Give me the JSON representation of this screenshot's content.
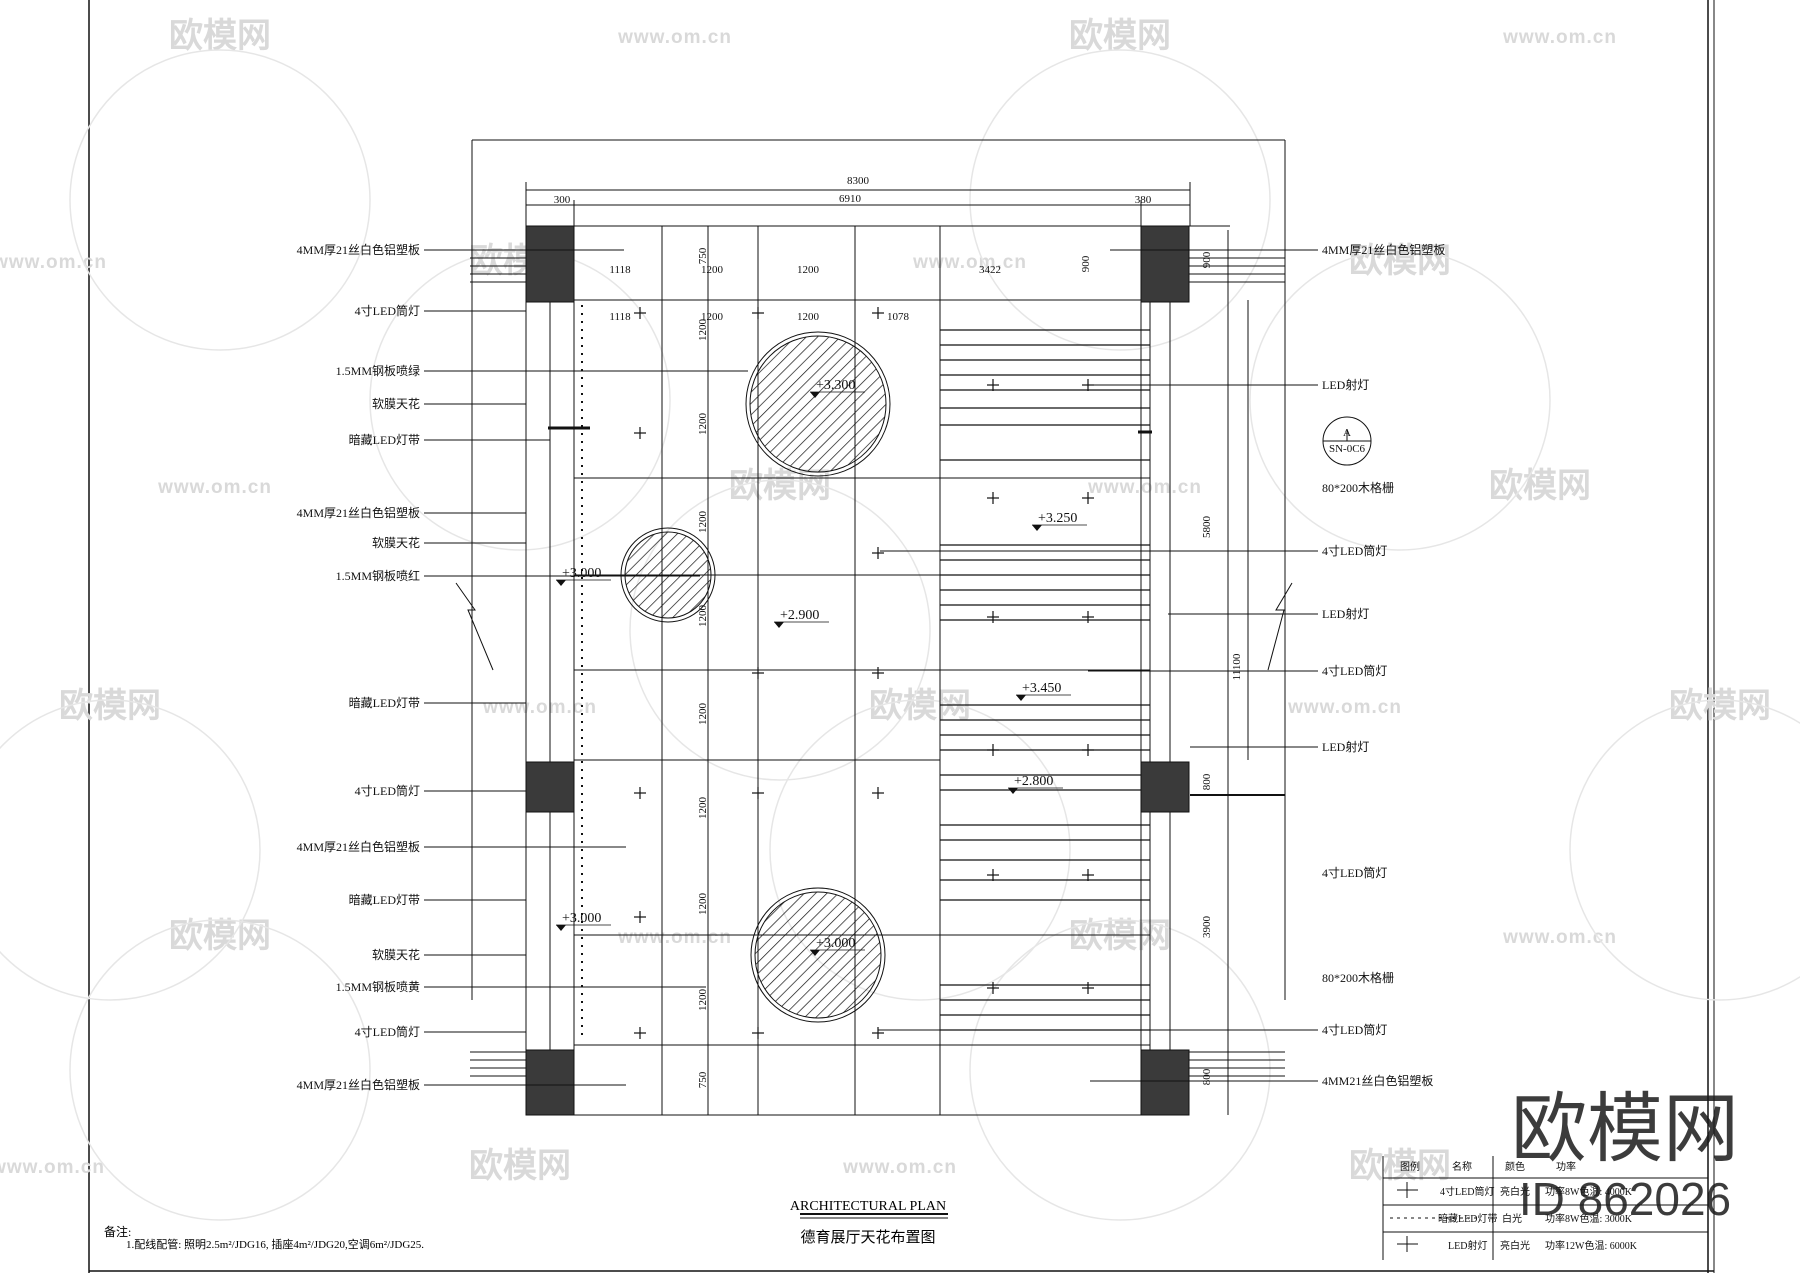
{
  "watermarks": {
    "brand": "欧模网",
    "url": "www.om.cn",
    "cut_url": "om.cn",
    "brand_large": "欧模网",
    "id_text": "ID 862026"
  },
  "dims": {
    "total_width": "8300",
    "inner_width": "6910",
    "left_col": "300",
    "right_col": "380",
    "row_top": [
      "1118",
      "1200",
      "1200",
      "3422",
      "900"
    ],
    "row_second": [
      "1118",
      "1200",
      "1200",
      "1078"
    ],
    "vertical": [
      "750",
      "1200",
      "1200",
      "1200",
      "1200",
      "1200",
      "1200",
      "1200",
      "1200",
      "750"
    ],
    "right_vertical": [
      "900",
      "5800",
      "11100",
      "800",
      "3900",
      "800"
    ]
  },
  "levels": [
    "3.300",
    "3.250",
    "3.000",
    "2.900",
    "3.450",
    "2.800",
    "3.000",
    "3.000"
  ],
  "labels_left": [
    "4MM厚21丝白色铝塑板",
    "4寸LED筒灯",
    "1.5MM钢板喷绿",
    "软膜天花",
    "暗藏LED灯带",
    "4MM厚21丝白色铝塑板",
    "软膜天花",
    "1.5MM钢板喷红",
    "暗藏LED灯带",
    "4寸LED筒灯",
    "4MM厚21丝白色铝塑板",
    "暗藏LED灯带",
    "软膜天花",
    "1.5MM钢板喷黄",
    "4寸LED筒灯",
    "4MM厚21丝白色铝塑板"
  ],
  "labels_right": [
    "4MM厚21丝白色铝塑板",
    "LED射灯",
    "80*200木格栅",
    "4寸LED筒灯",
    "LED射灯",
    "4寸LED筒灯",
    "LED射灯",
    "4寸LED筒灯",
    "80*200木格栅",
    "4寸LED筒灯",
    "4MM21丝白色铝塑板"
  ],
  "section_mark": {
    "letter": "A",
    "sheet": "SN-0C6"
  },
  "title": {
    "english": "ARCHITECTURAL  PLAN",
    "chinese": "德育展厅天花布置图"
  },
  "notes": {
    "heading": "备注:",
    "line1": "1.配线配管: 照明2.5m²/JDG16, 插座4m²/JDG20,空调6m²/JDG25."
  },
  "legend": {
    "headers": [
      "图例",
      "名称",
      "颜色",
      "功率"
    ],
    "rows": [
      {
        "name": "4寸LED筒灯",
        "color": "亮白光",
        "power": "功率8W色温: 4000K"
      },
      {
        "name": "暗藏LED灯带",
        "color": "白光",
        "power": "功率8W色温: 3000K"
      },
      {
        "name": "LED射灯",
        "color": "亮白光",
        "power": "功率12W色温: 6000K"
      }
    ]
  }
}
